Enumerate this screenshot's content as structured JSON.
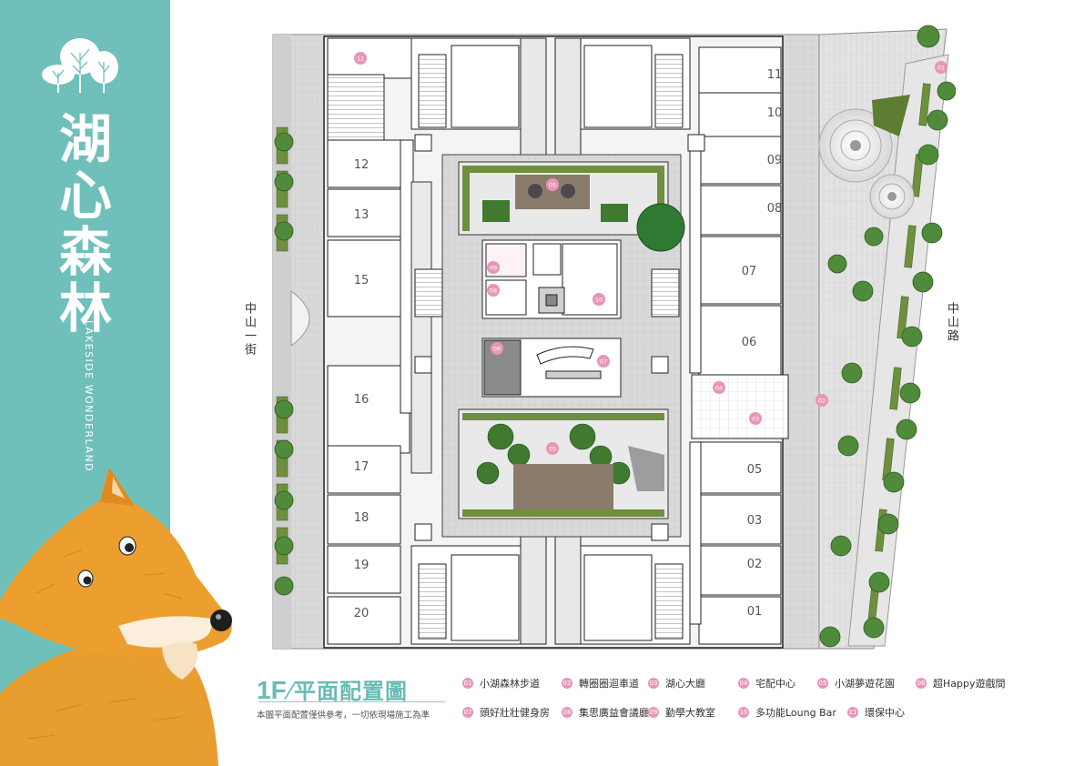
{
  "sidebar": {
    "title_chars": [
      "湖",
      "心",
      "森",
      "林"
    ],
    "subtitle": "LAKESIDE WONDERLAND",
    "bg_color": "#6fbfba"
  },
  "roads": {
    "left": "中山一街",
    "right": "中山路"
  },
  "plan": {
    "units_left": [
      "12",
      "13",
      "15",
      "16",
      "17",
      "18",
      "19",
      "20"
    ],
    "units_right": [
      "11",
      "10",
      "09",
      "08",
      "07",
      "06",
      "05",
      "03",
      "02",
      "01"
    ],
    "markers": [
      "01",
      "02",
      "03",
      "04",
      "05",
      "05",
      "06",
      "07",
      "08",
      "09",
      "10",
      "11"
    ]
  },
  "legend": {
    "floor": "1F",
    "title": "平面配置圖",
    "note": "本圖平面配置僅供參考，一切依現場施工為準",
    "items": [
      {
        "num": "01",
        "label": "小湖森林步道"
      },
      {
        "num": "02",
        "label": "轉圈圈迴車道"
      },
      {
        "num": "03",
        "label": "湖心大廳"
      },
      {
        "num": "04",
        "label": "宅配中心"
      },
      {
        "num": "05",
        "label": "小湖夢遊花園"
      },
      {
        "num": "06",
        "label": "超Happy遊戲間"
      },
      {
        "num": "07",
        "label": "頭好壯壯健身房"
      },
      {
        "num": "08",
        "label": "集思廣益會議廳"
      },
      {
        "num": "09",
        "label": "勤學大教室"
      },
      {
        "num": "10",
        "label": "多功能Loung Bar"
      },
      {
        "num": "11",
        "label": "環保中心"
      }
    ],
    "marker_color": "#e995b9",
    "accent_color": "#69bbb6"
  }
}
